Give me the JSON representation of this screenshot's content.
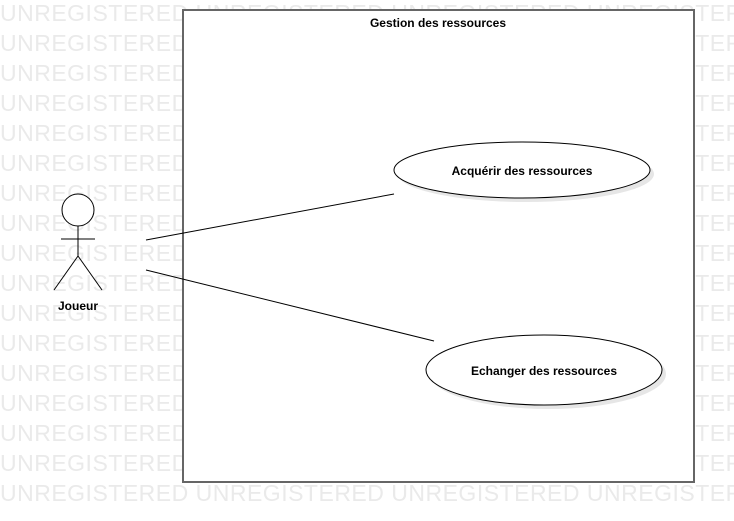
{
  "watermark": {
    "text": "UNREGISTERED"
  },
  "system": {
    "title": "Gestion des ressources"
  },
  "actor": {
    "name": "Joueur"
  },
  "use_cases": [
    {
      "label": "Acquérir des ressources"
    },
    {
      "label": "Echanger des ressources"
    }
  ],
  "colors": {
    "border": "#666666",
    "line": "#000000",
    "shadow": "#e6e6e6",
    "watermark": "#eaeaea"
  }
}
